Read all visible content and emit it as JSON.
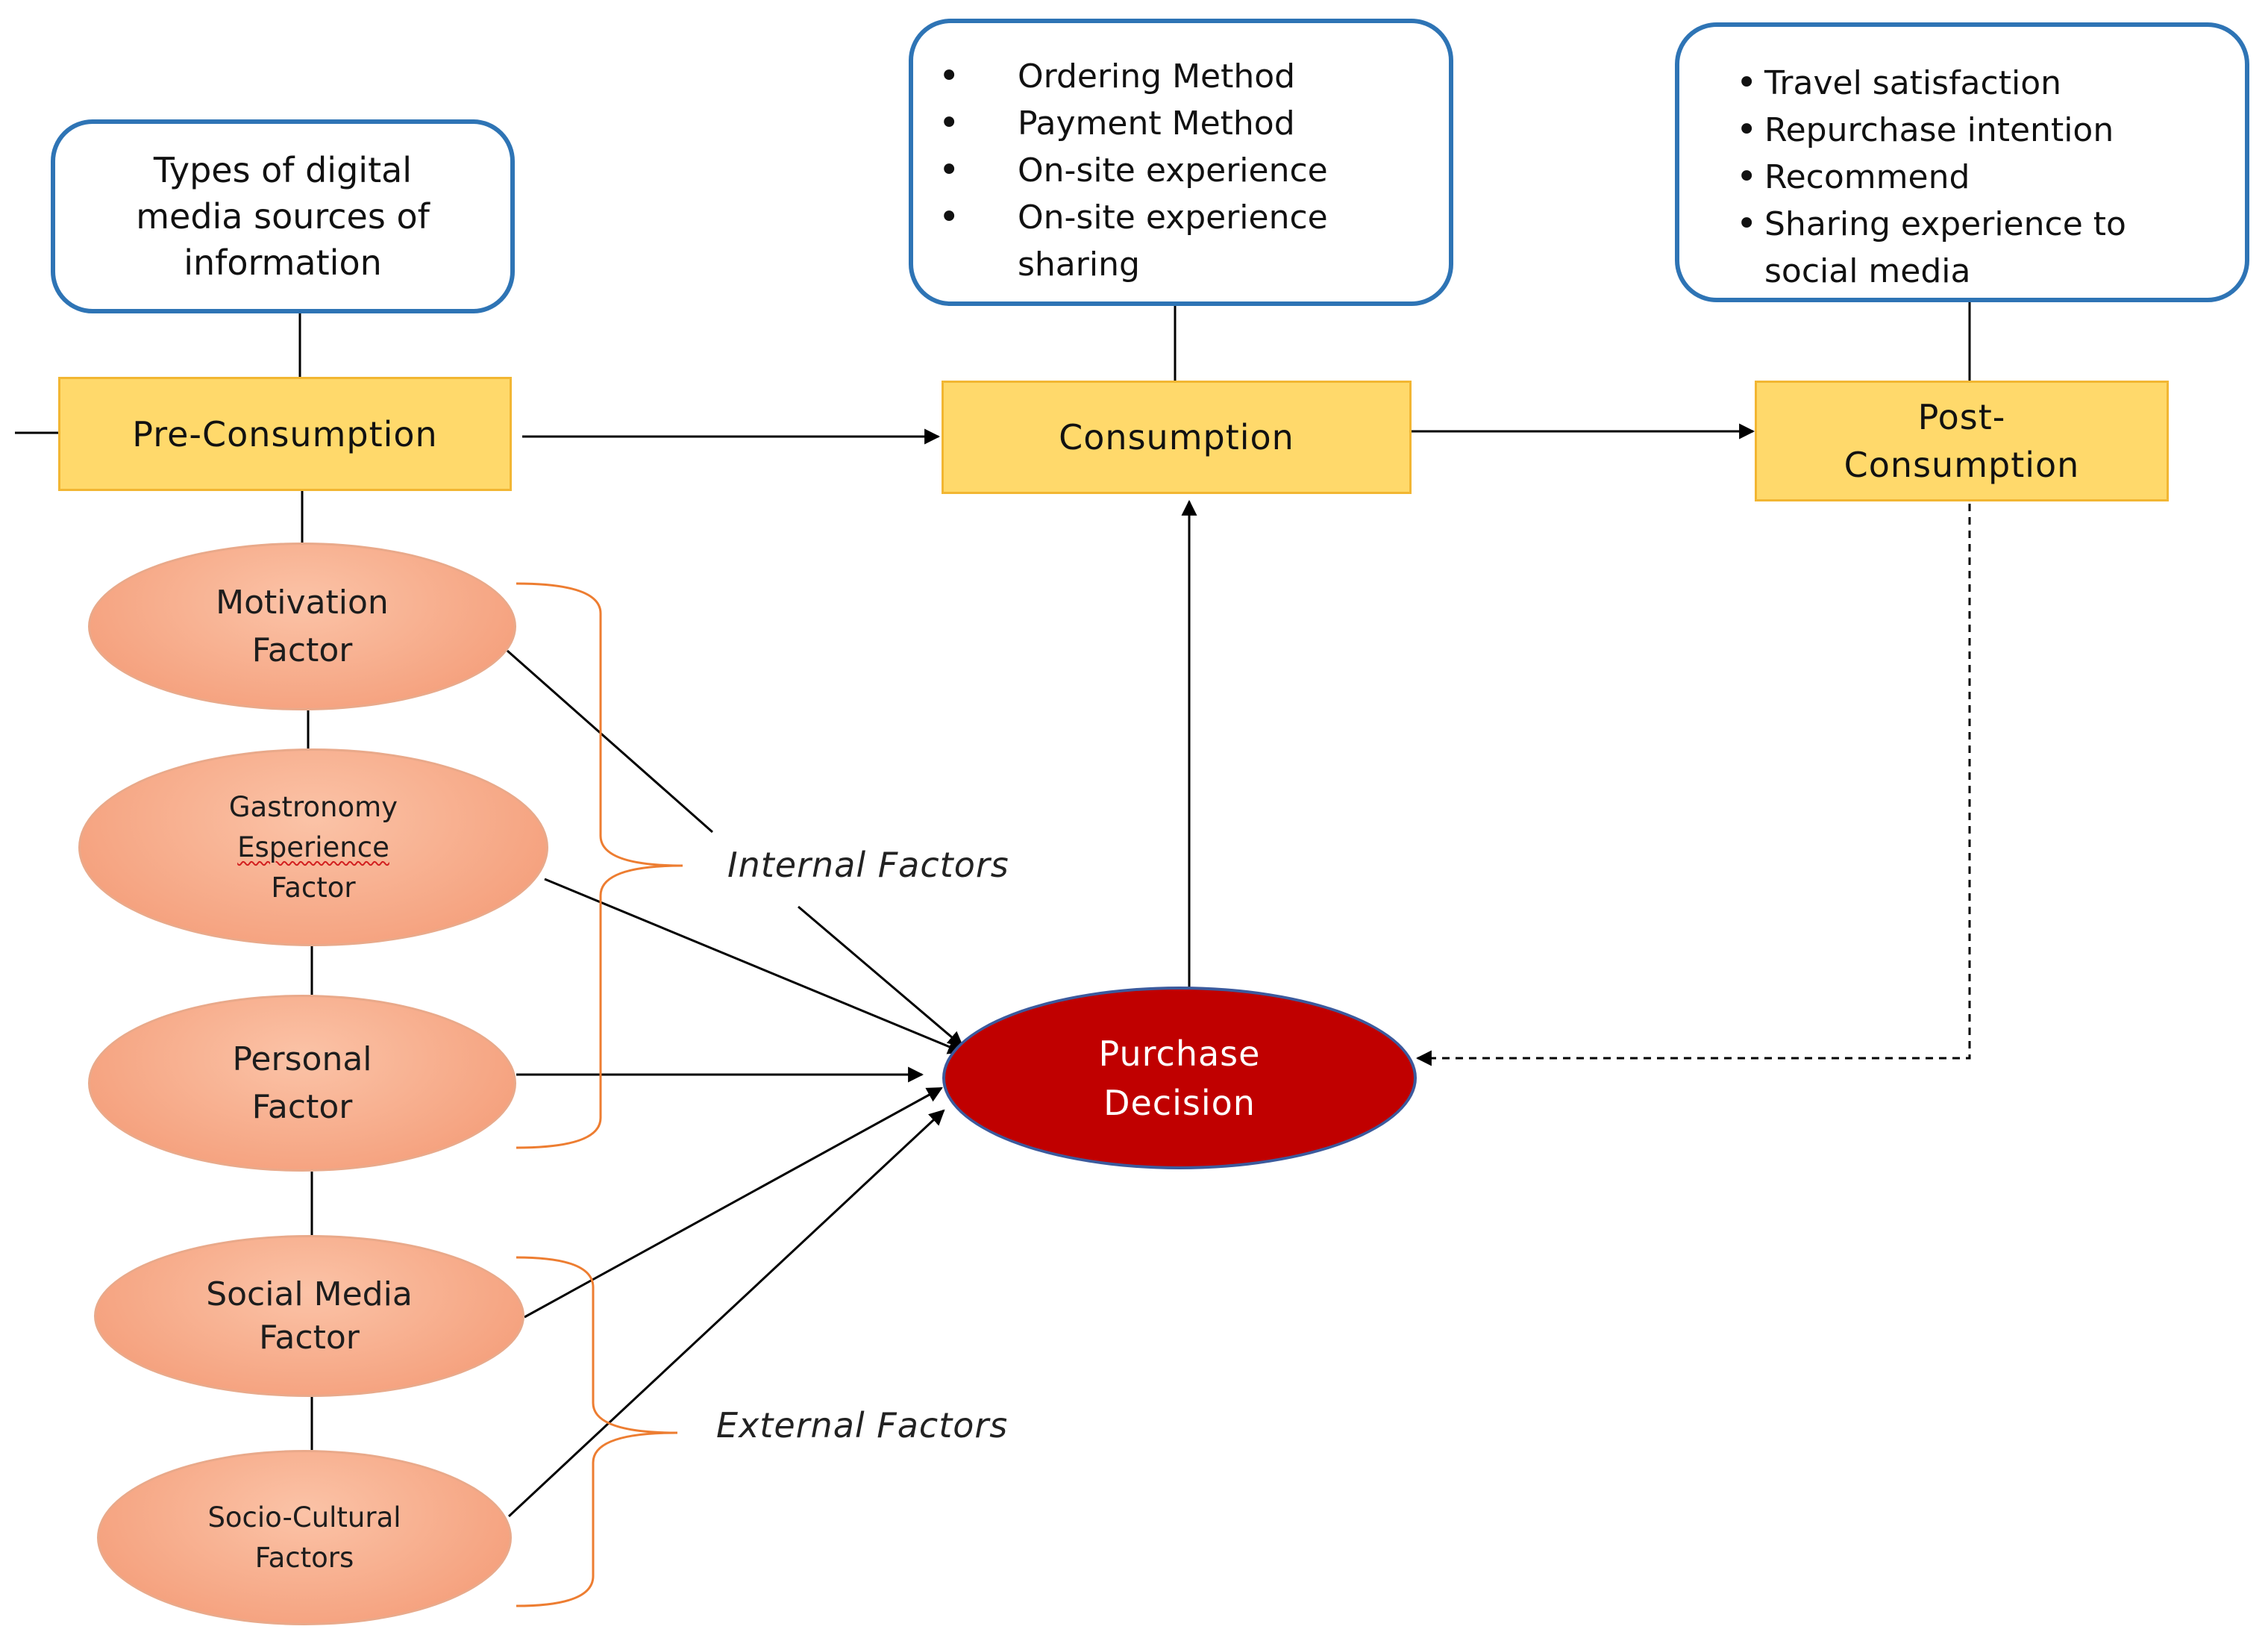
{
  "info_sources": {
    "text": "Types of digital media sources of information",
    "lines": [
      "Types of digital",
      "media sources of",
      "information"
    ]
  },
  "consumption_details": [
    "Ordering Method",
    "Payment Method",
    "On-site experience",
    "On-site experience sharing"
  ],
  "consumption_details_lines": [
    "Ordering Method",
    "Payment Method",
    "On-site experience",
    "On-site experience",
    "sharing"
  ],
  "post_consumption_details": [
    "Travel satisfaction",
    "Repurchase intention",
    "Recommend",
    "Sharing experience to social media"
  ],
  "post_consumption_details_lines": [
    "Travel satisfaction",
    "Repurchase intention",
    "Recommend",
    "Sharing experience to",
    "social media"
  ],
  "stages": {
    "pre": "Pre-Consumption",
    "consumption": "Consumption",
    "post": "Post-Consumption",
    "post_lines": [
      "Post-",
      "Consumption"
    ]
  },
  "factors": {
    "motivation": [
      "Motivation",
      "Factor"
    ],
    "gastronomy": [
      "Gastronomy",
      "Esperience",
      "Factor"
    ],
    "personal": [
      "Personal",
      "Factor"
    ],
    "social_media": [
      "Social Media",
      "Factor"
    ],
    "socio_cultural": [
      "Socio-Cultural",
      "Factors"
    ]
  },
  "purchase_decision": [
    "Purchase",
    "Decision"
  ],
  "groups": {
    "internal": "Internal Factors",
    "external": "External Factors"
  },
  "colors": {
    "box_border": "#2e74b5",
    "stage_fill": "#ffd96b",
    "factor_fill": "#f5a27f",
    "decision_fill": "#c00000",
    "brace": "#ed7d31"
  }
}
